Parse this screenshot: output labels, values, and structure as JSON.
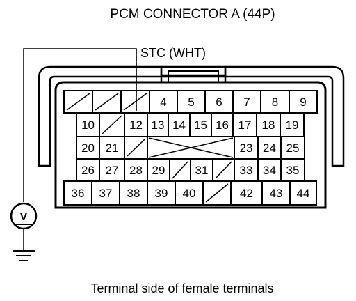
{
  "title": "PCM CONNECTOR A (44P)",
  "wire_label": "STC (WHT)",
  "caption": "Terminal side of female terminals",
  "meter_symbol": "V",
  "connector": {
    "row1": [
      "/",
      "/",
      "/",
      "4",
      "5",
      "6",
      "7",
      "8",
      "9"
    ],
    "row2": [
      "10",
      "/",
      "12",
      "13",
      "14",
      "15",
      "16",
      "17",
      "18",
      "19"
    ],
    "row3": [
      "20",
      "21",
      "/",
      "X",
      "23",
      "24",
      "25"
    ],
    "row4": [
      "26",
      "27",
      "28",
      "29",
      "/",
      "31",
      "/",
      "33",
      "34",
      "35"
    ],
    "row5": [
      "36",
      "37",
      "38",
      "39",
      "40",
      "/",
      "42",
      "43",
      "44"
    ]
  }
}
